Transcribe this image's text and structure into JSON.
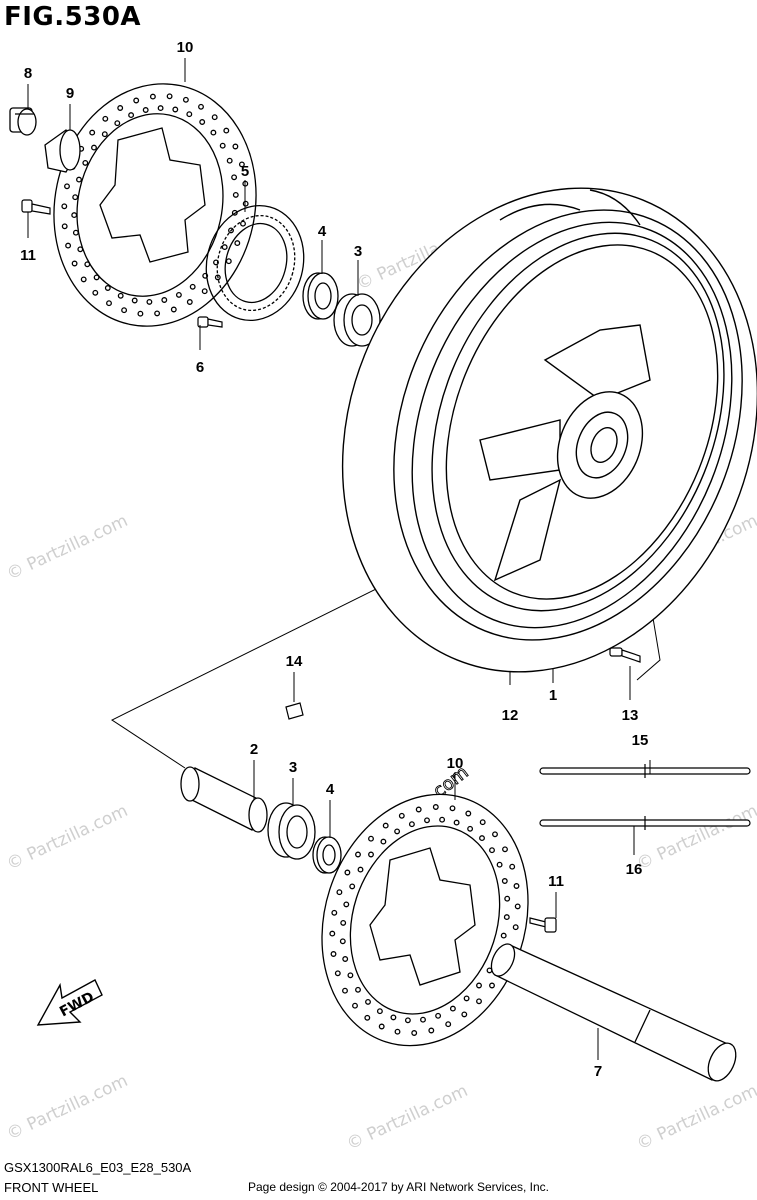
{
  "figure": {
    "title": "FIG.530A",
    "name": "FRONT WHEEL",
    "code": "GSX1300RAL6_E03_E28_530A"
  },
  "credit": "Page design © 2004-2017 by ARI Network Services, Inc.",
  "watermark": "© Partzilla.com",
  "fwd_label": "FWD",
  "callouts": [
    {
      "id": "c8",
      "text": "8"
    },
    {
      "id": "c9",
      "text": "9"
    },
    {
      "id": "c10a",
      "text": "10"
    },
    {
      "id": "c11a",
      "text": "11"
    },
    {
      "id": "c5",
      "text": "5"
    },
    {
      "id": "c4a",
      "text": "4"
    },
    {
      "id": "c3a",
      "text": "3"
    },
    {
      "id": "c6",
      "text": "6"
    },
    {
      "id": "c14",
      "text": "14"
    },
    {
      "id": "c12",
      "text": "12"
    },
    {
      "id": "c1",
      "text": "1"
    },
    {
      "id": "c13",
      "text": "13"
    },
    {
      "id": "c2",
      "text": "2"
    },
    {
      "id": "c3b",
      "text": "3"
    },
    {
      "id": "c4b",
      "text": "4"
    },
    {
      "id": "c10b",
      "text": "10"
    },
    {
      "id": "c15",
      "text": "15"
    },
    {
      "id": "c16",
      "text": "16"
    },
    {
      "id": "c11b",
      "text": "11"
    },
    {
      "id": "c7",
      "text": "7"
    }
  ],
  "parts": [
    {
      "no": "1",
      "name": "wheel"
    },
    {
      "no": "2",
      "name": "spacer"
    },
    {
      "no": "3",
      "name": "bearing"
    },
    {
      "no": "4",
      "name": "oil-seal"
    },
    {
      "no": "5",
      "name": "sensor-ring"
    },
    {
      "no": "6",
      "name": "screw"
    },
    {
      "no": "7",
      "name": "axle"
    },
    {
      "no": "8",
      "name": "plug"
    },
    {
      "no": "9",
      "name": "cap"
    },
    {
      "no": "10",
      "name": "brake-disc"
    },
    {
      "no": "11",
      "name": "disc-bolt"
    },
    {
      "no": "12",
      "name": "tire"
    },
    {
      "no": "13",
      "name": "valve"
    },
    {
      "no": "14",
      "name": "balancer-weight"
    },
    {
      "no": "15",
      "name": "band"
    },
    {
      "no": "16",
      "name": "band"
    }
  ]
}
